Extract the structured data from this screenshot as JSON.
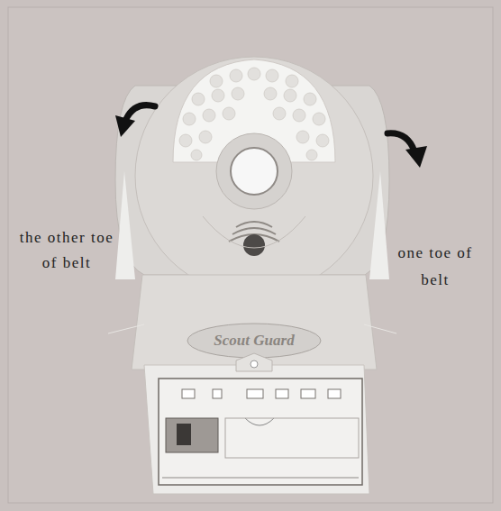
{
  "diagram": {
    "labels": [
      "the other toe of belt",
      "one toe of belt",
      "Scout Guard"
    ]
  }
}
